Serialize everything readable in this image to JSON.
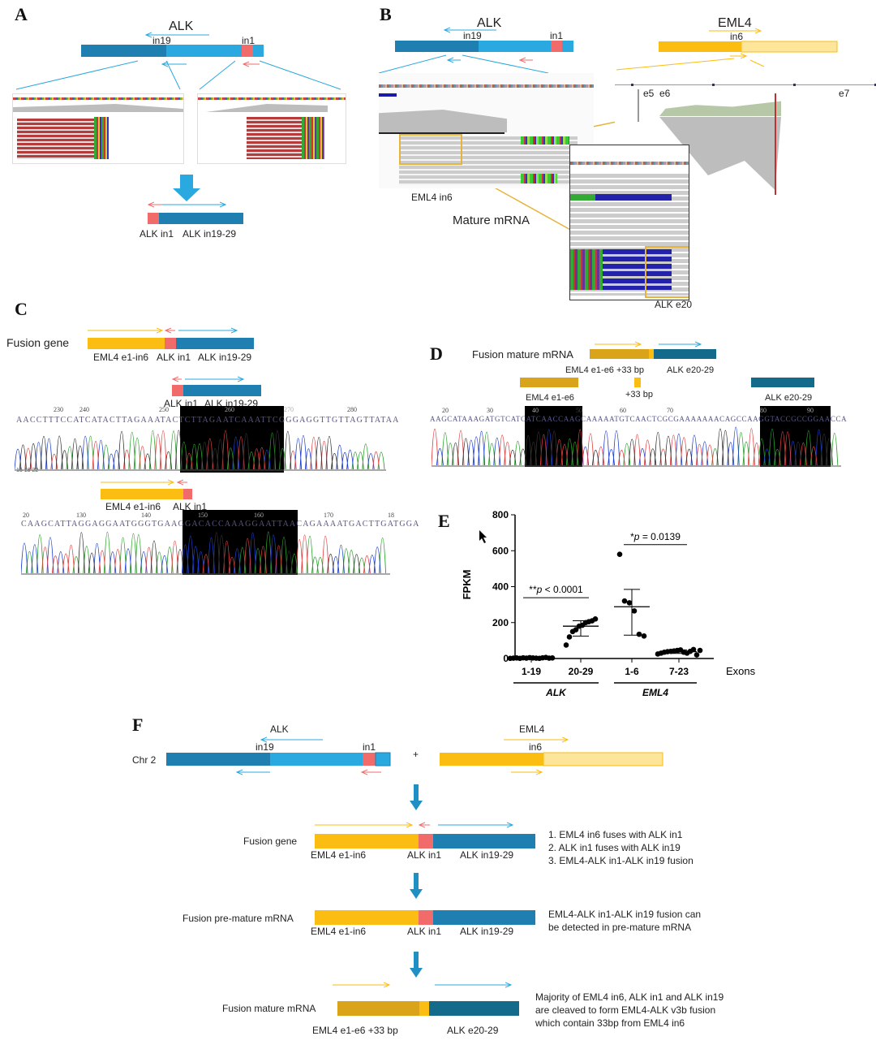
{
  "panels": {
    "A": {
      "label": "A",
      "gene": "ALK",
      "in19": "in19",
      "in1": "in1",
      "fusion_labels": [
        "ALK in1",
        "ALK in19-29"
      ]
    },
    "B": {
      "label": "B",
      "gene_left": "ALK",
      "in19": "in19",
      "in1": "in1",
      "gene_right": "EML4",
      "in6": "in6",
      "exons": [
        "e5",
        "e6",
        "e7"
      ],
      "eml4_in6": "EML4 in6",
      "mature_mrna": "Mature mRNA",
      "alk_e20": "ALK e20"
    },
    "C": {
      "label": "C",
      "fusion_gene": "Fusion gene",
      "top_labels": [
        "EML4 e1-in6",
        "ALK in1",
        "ALK in19-29"
      ],
      "trace1_labels": [
        "ALK in1",
        "ALK in19-29"
      ],
      "trace1_ticks": [
        "230",
        "240",
        "250",
        "260",
        "270",
        "280"
      ],
      "trace1_sequence": "AACCTTTCCATCATACTTAGAAATACTCTTAGAATCAAATTCGGGAGGTTGTTAGTTATAA",
      "trace1_axis": "16 18 22",
      "trace2_labels": [
        "EML4 e1-in6",
        "ALK in1"
      ],
      "trace2_ticks": [
        "20",
        "130",
        "140",
        "150",
        "160",
        "170",
        "18"
      ],
      "trace2_sequence": "CAAGCATTAGGAGGAATGGGTGAAGGACACCAAAGGAATTAACAGAAAATGACTTGATGGA"
    },
    "D": {
      "label": "D",
      "title": "Fusion mature mRNA",
      "top_labels": [
        "EML4 e1-e6 +33 bp",
        "ALK e20-29"
      ],
      "segment_labels": [
        "EML4 e1-e6",
        "+33 bp",
        "ALK e20-29"
      ],
      "ticks": [
        "20",
        "30",
        "40",
        "50",
        "60",
        "70",
        "80",
        "90"
      ],
      "sequence": "AAGCATAAAGATGTCATCATCAACCAAGCAAAAATGTCAACTCGCGAAAAAAACAGCCAAGGTACCGCCGGAACCA"
    },
    "E": {
      "label": "E"
    },
    "F": {
      "label": "F",
      "chr": "Chr 2",
      "alk": "ALK",
      "in19": "in19",
      "in1": "in1",
      "plus": "+",
      "eml4": "EML4",
      "in6": "in6",
      "fusion_gene": {
        "title": "Fusion gene",
        "labels": [
          "EML4 e1-in6",
          "ALK in1",
          "ALK in19-29"
        ],
        "notes": [
          "1. EML4 in6 fuses with ALK in1",
          "2. ALK in1 fuses with ALK in19",
          "3. EML4-ALK in1-ALK in19 fusion"
        ]
      },
      "pre_mrna": {
        "title": "Fusion pre-mature mRNA",
        "labels": [
          "EML4 e1-in6",
          "ALK in1",
          "ALK in19-29"
        ],
        "notes": [
          "EML4-ALK in1-ALK in19 fusion can",
          "be detected in pre-mature mRNA"
        ]
      },
      "mature_mrna": {
        "title": "Fusion mature mRNA",
        "labels": [
          "EML4 e1-e6 +33 bp",
          "ALK e20-29"
        ],
        "notes": [
          "Majority of EML4 in6, ALK in1 and ALK in19",
          "are cleaved to form EML4-ALK v3b fusion",
          "which contain 33bp from EML4 in6"
        ]
      }
    }
  },
  "colors": {
    "alk_dark": "#1f7fb0",
    "alk_light": "#2aa8e0",
    "alk_in1": "#f26b6b",
    "eml4": "#fbbd12",
    "eml4_light": "#fde59a",
    "mature_eml4": "#d9a31a",
    "mature_alk": "#136a8a"
  },
  "chart_data": {
    "type": "scatter",
    "ylabel": "FPKM",
    "xlabel": "Exons",
    "ylim": [
      0,
      800
    ],
    "yticks": [
      "0",
      "200",
      "400",
      "600",
      "800"
    ],
    "categories": [
      "1-19",
      "20-29",
      "1-6",
      "7-23"
    ],
    "groups": [
      {
        "name": "ALK",
        "categories": [
          "1-19",
          "20-29"
        ]
      },
      {
        "name": "EML4",
        "categories": [
          "1-6",
          "7-23"
        ]
      }
    ],
    "series": [
      {
        "category": "1-19",
        "values": [
          1,
          2,
          3,
          1,
          4,
          2,
          5,
          3,
          2,
          1,
          4,
          6,
          2,
          3
        ],
        "mean": 3,
        "sd_low": 1,
        "sd_high": 5
      },
      {
        "category": "20-29",
        "values": [
          75,
          120,
          150,
          160,
          180,
          185,
          200,
          205,
          210,
          220
        ],
        "mean": 180,
        "sd_low": 125,
        "sd_high": 210
      },
      {
        "category": "1-6",
        "values": [
          580,
          320,
          310,
          265,
          135,
          125
        ],
        "mean": 288,
        "sd_low": 130,
        "sd_high": 385
      },
      {
        "category": "7-23",
        "values": [
          25,
          30,
          35,
          38,
          40,
          42,
          45,
          48,
          35,
          30,
          40,
          50,
          20,
          45
        ],
        "mean": 38,
        "sd_low": 28,
        "sd_high": 48
      }
    ],
    "annotations": [
      {
        "stars": "**",
        "p_label": "p",
        "text": " < 0.0001",
        "between": [
          "1-19",
          "20-29"
        ]
      },
      {
        "stars": "*",
        "p_label": "p",
        "text": " = 0.0139",
        "between": [
          "1-6",
          "7-23"
        ]
      }
    ]
  }
}
